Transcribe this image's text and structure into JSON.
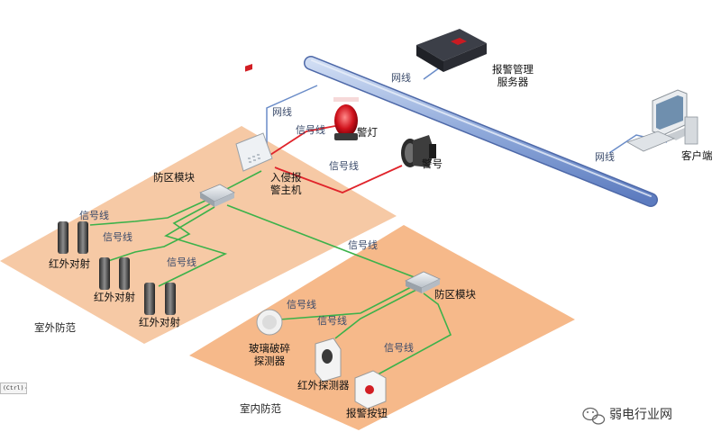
{
  "server_label": "报警管理\n服务器",
  "client_label": "客户端",
  "host_label": "入侵报\n警主机",
  "zone_module_outdoor": "防区模块",
  "zone_module_indoor": "防区模块",
  "warning_light_label": "警灯",
  "siren_label": "警号",
  "network_labels": [
    "网线",
    "网线",
    "网线"
  ],
  "signal_labels": [
    "信号线",
    "信号线",
    "信号线",
    "信号线",
    "信号线",
    "信号线",
    "信号线",
    "信号线",
    "信号线"
  ],
  "ir_beam_labels": [
    "红外对射",
    "红外对射",
    "红外对射"
  ],
  "glass_break_label": "玻璃破碎\n探测器",
  "ir_detector_label": "红外探测器",
  "alarm_button_label": "报警按钮",
  "outdoor_zone_label": "室外防范",
  "indoor_zone_label": "室内防范",
  "ctrl_tag": "(Ctrl)·",
  "watermark": "弱电行业网",
  "colors": {
    "outdoor_area": "#f6c9a5",
    "indoor_area": "#f6b98a",
    "signal_green": "#3cb24a",
    "signal_red": "#e0242b",
    "pipe_blue": "#7ea0d8"
  }
}
